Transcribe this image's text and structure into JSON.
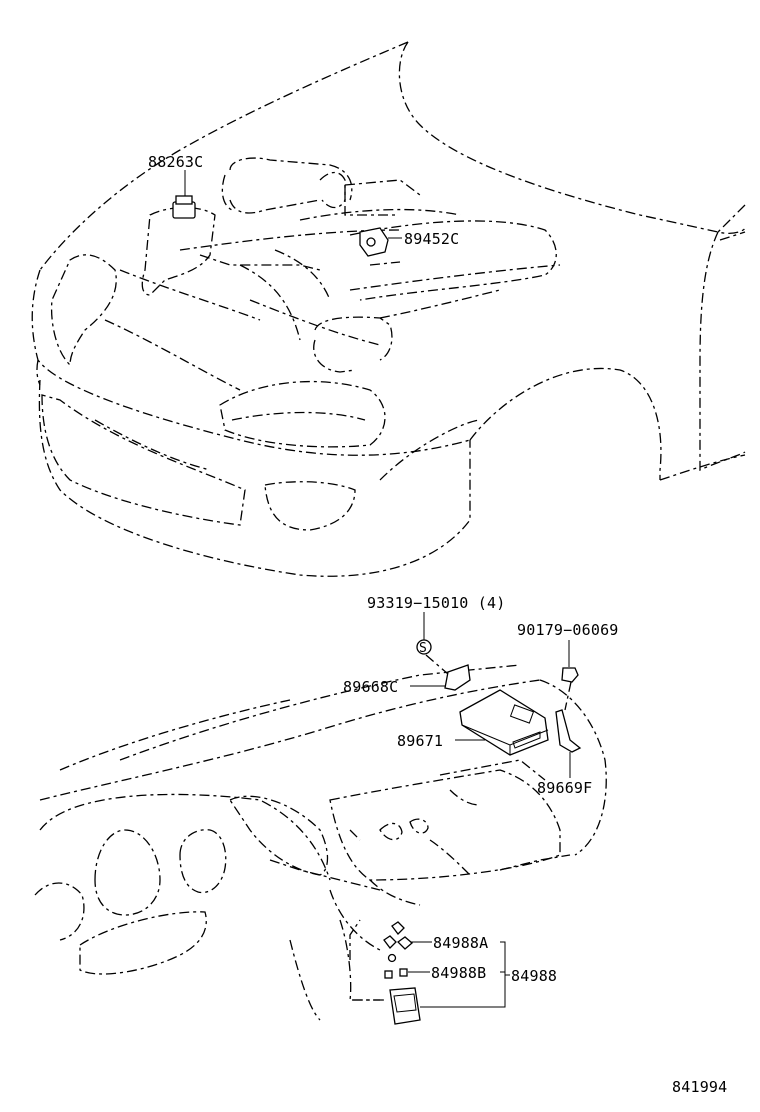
{
  "parts": {
    "p88263c": "88263C",
    "p89452c": "89452C",
    "p93319": "93319−15010 (4)",
    "p90179": "90179−06069",
    "p89668c": "89668C",
    "p89671": "89671",
    "p89669f": "89669F",
    "p84988a": "84988A",
    "p84988b": "84988B",
    "p84988": "84988"
  },
  "bolt_mark": "S",
  "diagram_number": "841994"
}
